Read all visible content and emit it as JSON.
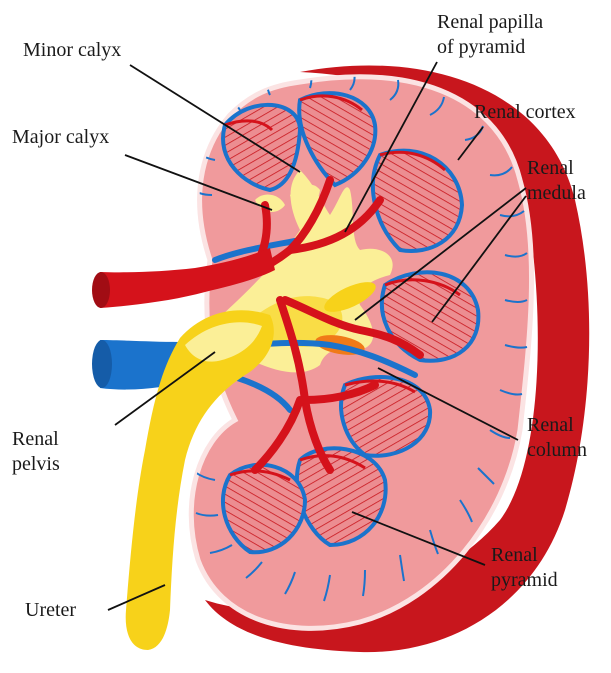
{
  "labels": {
    "minor_calyx": "Minor calyx",
    "renal_papilla": [
      "Renal papilla",
      "of pyramid"
    ],
    "renal_cortex": "Renal cortex",
    "major_calyx": "Major calyx",
    "renal_medula": [
      "Renal",
      "medula"
    ],
    "renal_pelvis": [
      "Renal",
      "pelvis"
    ],
    "renal_column": [
      "Renal",
      "column"
    ],
    "renal_pyramid": [
      "Renal",
      "pyramid"
    ],
    "ureter": "Ureter"
  },
  "colors": {
    "capsule": "#c8161d",
    "cortex": "#f09a9c",
    "capsule_edge": "#fbe3e3",
    "pyramid": "#ec8d91",
    "pyramid_stripe": "#c8161d",
    "calyx": "#fbef97",
    "calyx_deep": "#f7d21a",
    "artery": "#d5121b",
    "vein": "#1b73cc",
    "ureter": "#f7d21a"
  }
}
